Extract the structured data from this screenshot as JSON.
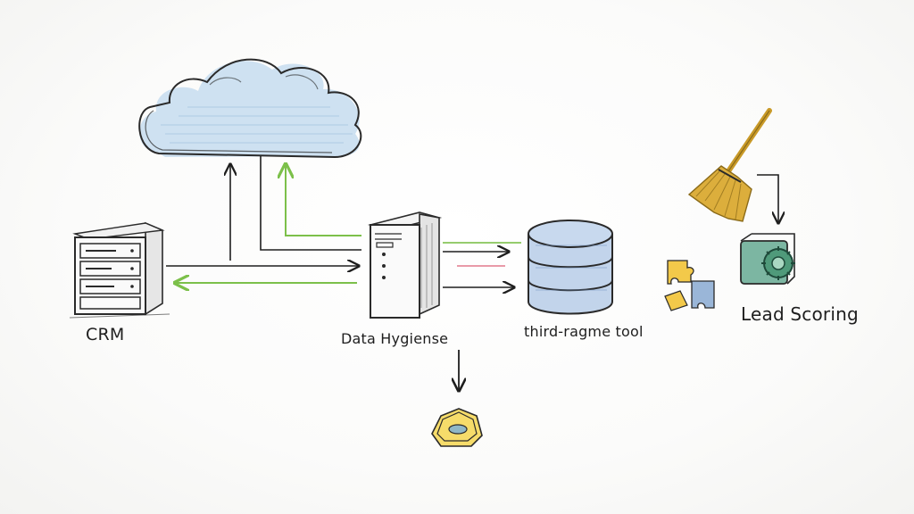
{
  "nodes": {
    "crm": {
      "label": "CRM",
      "icon": "server-rack-icon"
    },
    "hygiene": {
      "label": "Data Hygiense",
      "icon": "server-tower-icon"
    },
    "third_party": {
      "label": "third-ragme tool",
      "icon": "database-icon"
    },
    "lead_scoring": {
      "label": "Lead Scoring",
      "icon": "gear-chip-icon"
    },
    "cloud": {
      "icon": "cloud-icon"
    },
    "broom": {
      "icon": "broom-icon"
    },
    "puzzle": {
      "icon": "puzzle-icon"
    },
    "badge": {
      "icon": "shield-badge-icon"
    }
  },
  "colors": {
    "ink": "#1e1e1e",
    "green_arrow": "#7cc04a",
    "pink_arrow": "#e99aa8",
    "cloud_fill": "#c5dcef",
    "db_fill": "#aec6e4",
    "broom": "#d6a52c",
    "lead_green": "#4f9a7a",
    "badge_yellow": "#f0c22e"
  }
}
